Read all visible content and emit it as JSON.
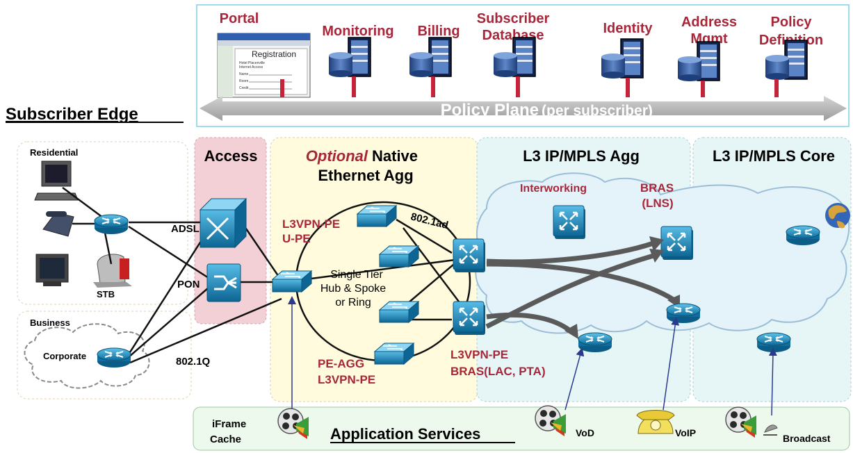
{
  "policy_plane": {
    "items": [
      {
        "label": "Portal",
        "icon": "registration-portal-icon"
      },
      {
        "label": "Monitoring",
        "icon": "server-database-icon"
      },
      {
        "label": "Billing",
        "icon": "server-database-icon"
      },
      {
        "label_line1": "Subscriber",
        "label_line2": "Database",
        "icon": "server-database-icon"
      },
      {
        "label": "Identity",
        "icon": "server-database-icon"
      },
      {
        "label_line1": "Address",
        "label_line2": "Mgmt",
        "icon": "server-database-icon"
      },
      {
        "label_line1": "Policy",
        "label_line2": "Definition",
        "icon": "server-database-icon"
      }
    ],
    "portal_window": {
      "title": "Registration",
      "subtitle_line1": "Hotel Placenville",
      "subtitle_line2": "Internet Access",
      "fields": [
        "Name",
        "Room",
        "Credit"
      ]
    },
    "arrow_label_main": "Policy Plane",
    "arrow_label_sub": "(per subscriber)"
  },
  "subscriber_edge_label": "Subscriber Edge",
  "subscriber_groups": [
    {
      "label": "Residential",
      "devices": [
        "pc-icon",
        "phone-icon",
        "tv-icon",
        "set-top-box-icon"
      ],
      "stb_label": "STB"
    },
    {
      "label": "Business",
      "cloud_label": "Corporate"
    }
  ],
  "columns": {
    "access": "Access",
    "native_eth_italic": "Optional",
    "native_eth_line1_rest": "Native",
    "native_eth_line2": "Ethernet Agg",
    "agg": "L3 IP/MPLS Agg",
    "core": "L3 IP/MPLS Core"
  },
  "links": {
    "adsl": "ADSL",
    "pon": "PON",
    "dot1q": "802.1Q",
    "dot1ad": "802.1ad"
  },
  "node_labels": {
    "l3vpn_pe_upe_line1": "L3VPN-PE",
    "l3vpn_pe_upe_line2": "U-PE",
    "ring_line1": "Single Tier",
    "ring_line2": "Hub & Spoke",
    "ring_line3": "or Ring",
    "pe_agg_line1": "PE-AGG",
    "pe_agg_line2": "L3VPN-PE",
    "interworking": "Interworking",
    "bras_lns_line1": "BRAS",
    "bras_lns_line2": "(LNS)",
    "l3vpn_bras_line1": "L3VPN-PE",
    "l3vpn_bras_line2": "BRAS(LAC, PTA)"
  },
  "application_services": {
    "title": "Application Services",
    "iframe_line1": "iFrame",
    "iframe_line2": "Cache",
    "vod": "VoD",
    "voip": "VoIP",
    "broadcast": "Broadcast"
  },
  "colors": {
    "policy_label_red": "#a8263a",
    "access_bg": "#f2d0d6",
    "native_bg": "#fffbdc",
    "agg_bg": "#e6f6f7",
    "router_blue": "#1d86b8",
    "arrow_gray": "#b3b3b3"
  }
}
